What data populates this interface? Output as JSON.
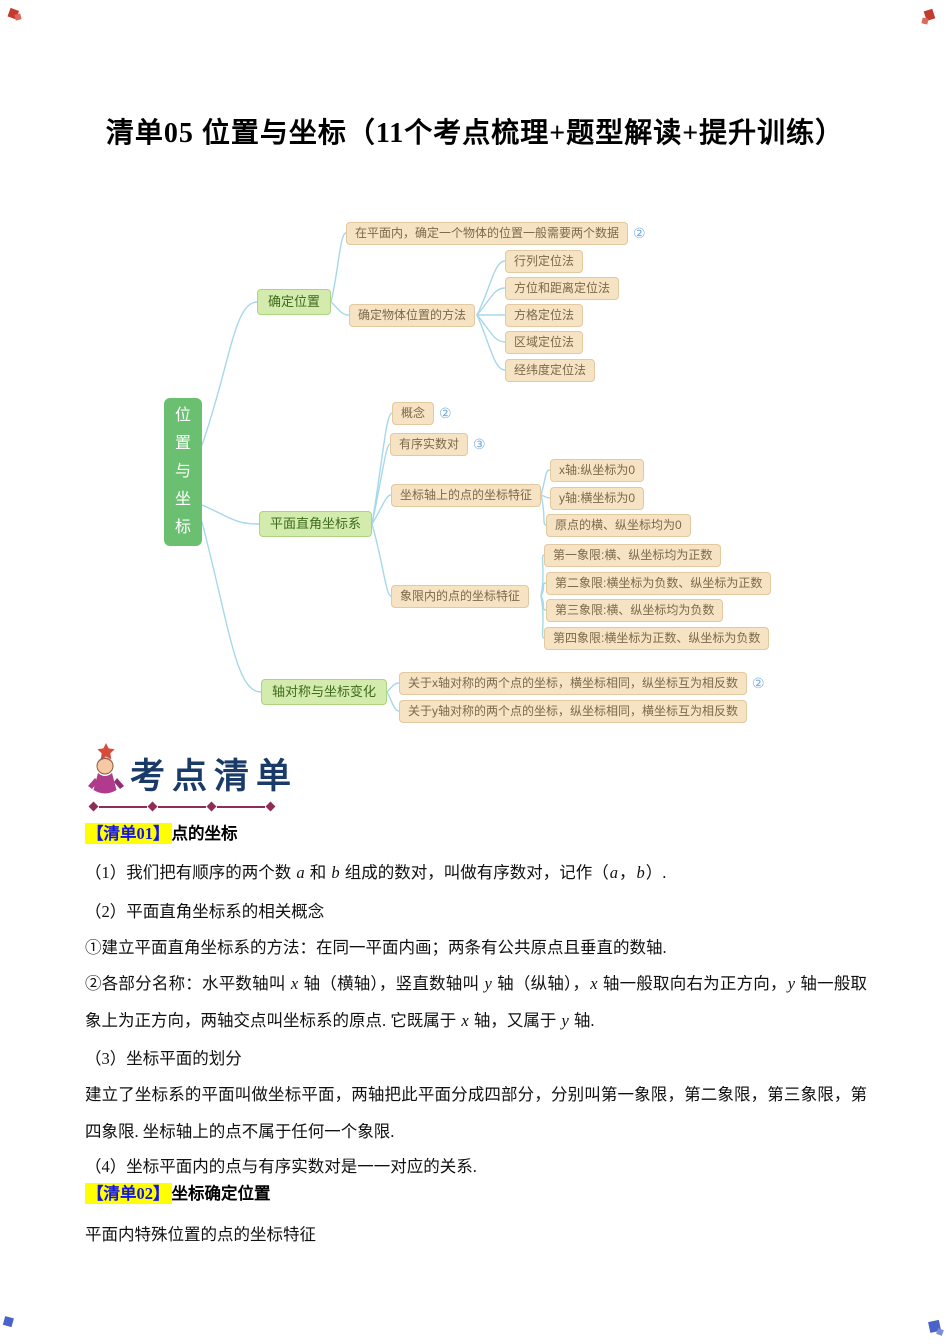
{
  "page": {
    "title": "清单05 位置与坐标（11个考点梳理+题型解读+提升训练）"
  },
  "colors": {
    "root-node": "#6BBF70",
    "branch-bg": "#D3ECAE",
    "branch-text": "#3E6A1C",
    "leaf-bg": "#F6E3C4",
    "leaf-text": "#7C684A",
    "connector": "#A6D8EA",
    "badge-number": "#74AEDF",
    "highlight-bg": "#FFFF00",
    "highlight-text": "#1414E6",
    "section-title": "#1A3A68",
    "divider": "#8F2D56"
  },
  "mindmap": {
    "root": "位置与坐标",
    "b1": "确定位置",
    "b2": "平面直角坐标系",
    "b3": "轴对称与坐标变化",
    "n1": "在平面内，确定一个物体的位置一般需要两个数据",
    "n1_badge": "②",
    "n2": "确定物体位置的方法",
    "n2_1": "行列定位法",
    "n2_2": "方位和距离定位法",
    "n2_3": "方格定位法",
    "n2_4": "区域定位法",
    "n2_5": "经纬度定位法",
    "n3": "概念",
    "n3_badge": "②",
    "n4": "有序实数对",
    "n4_badge": "③",
    "n5": "坐标轴上的点的坐标特征",
    "n5_1": "x轴:纵坐标为0",
    "n5_2": "y轴:横坐标为0",
    "n5_3": "原点的横、纵坐标均为0",
    "n6": "象限内的点的坐标特征",
    "n6_1": "第一象限:横、纵坐标均为正数",
    "n6_2": "第二象限:横坐标为负数、纵坐标为正数",
    "n6_3": "第三象限:横、纵坐标均为负数",
    "n6_4": "第四象限:横坐标为正数、纵坐标为负数",
    "n7": "关于x轴对称的两个点的坐标，横坐标相同，纵坐标互为相反数",
    "n7_badge": "②",
    "n8": "关于y轴对称的两个点的坐标，纵坐标相同，横坐标互为相反数"
  },
  "section": {
    "title": "考点清单"
  },
  "content": {
    "badge1": "【清单01】",
    "heading1": "点的坐标",
    "p1": [
      {
        "t": "（1）我们把有顺序的两个数 "
      },
      {
        "t": "a",
        "i": true
      },
      {
        "t": " 和 "
      },
      {
        "t": "b",
        "i": true
      },
      {
        "t": " 组成的数对，叫做有序数对，记作（"
      },
      {
        "t": "a",
        "i": true
      },
      {
        "t": "，"
      },
      {
        "t": "b",
        "i": true
      },
      {
        "t": "）."
      }
    ],
    "p2": "（2）平面直角坐标系的相关概念",
    "p3": "①建立平面直角坐标系的方法：在同一平面内画；两条有公共原点且垂直的数轴.",
    "p4": [
      {
        "t": "②各部分名称：水平数轴叫 "
      },
      {
        "t": "x",
        "i": true
      },
      {
        "t": " 轴（横轴），竖直数轴叫 "
      },
      {
        "t": "y",
        "i": true
      },
      {
        "t": " 轴（纵轴），"
      },
      {
        "t": "x",
        "i": true
      },
      {
        "t": " 轴一般取向右为正方向，"
      },
      {
        "t": "y",
        "i": true
      },
      {
        "t": " 轴一般取象上为正方向，两轴交点叫坐标系的原点. 它既属于 "
      },
      {
        "t": "x",
        "i": true
      },
      {
        "t": " 轴，又属于 "
      },
      {
        "t": "y",
        "i": true
      },
      {
        "t": " 轴."
      }
    ],
    "p5": "（3）坐标平面的划分",
    "p6": "建立了坐标系的平面叫做坐标平面，两轴把此平面分成四部分，分别叫第一象限，第二象限，第三象限，第四象限. 坐标轴上的点不属于任何一个象限.",
    "p7": "（4）坐标平面内的点与有序实数对是一一对应的关系.",
    "badge2": "【清单02】",
    "heading2": "坐标确定位置",
    "p8": "平面内特殊位置的点的坐标特征"
  }
}
